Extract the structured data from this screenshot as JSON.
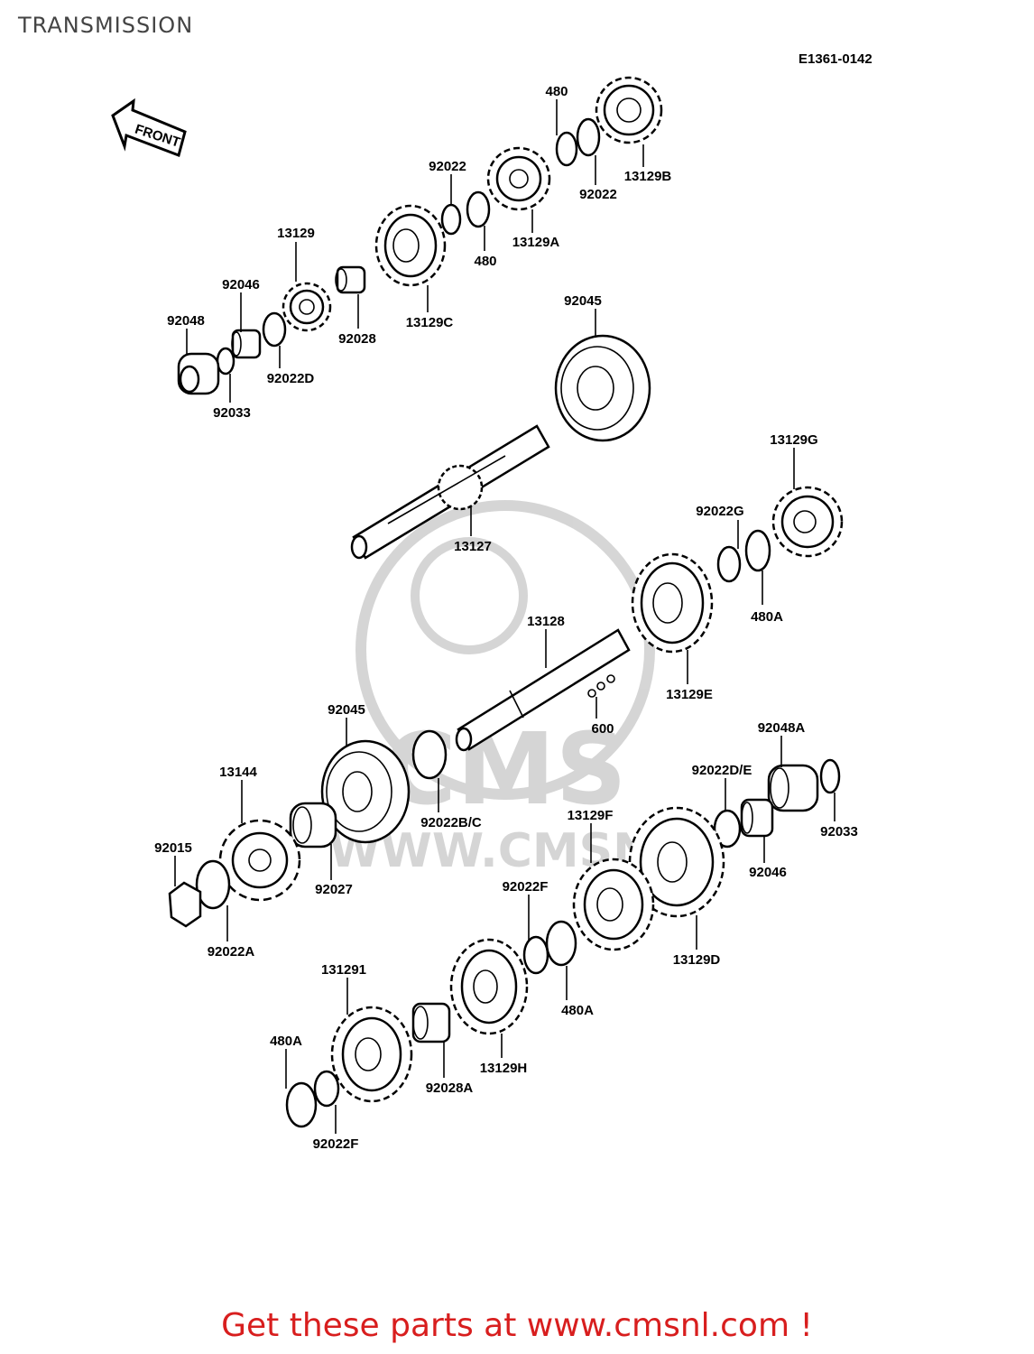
{
  "title": "TRANSMISSION",
  "diagram_code": "E1361-0142",
  "front_label": "FRONT",
  "watermark": {
    "brand": "CMS",
    "url": "WWW.CMSNL"
  },
  "footer": "Get these parts at www.cmsnl.com !",
  "labels": {
    "p480_top": "480",
    "p13129B": "13129B",
    "p92022_top": "92022",
    "p92022_right": "92022",
    "p480_mid": "480",
    "p13129A": "13129A",
    "p13129": "13129",
    "p92046_top": "92046",
    "p92048": "92048",
    "p92028": "92028",
    "p13129C": "13129C",
    "p92022D": "92022D",
    "p92033_top": "92033",
    "p92045_top": "92045",
    "p13127": "13127",
    "p13129G": "13129G",
    "p92022G": "92022G",
    "p480A_g": "480A",
    "p13128": "13128",
    "p13129E": "13129E",
    "p600": "600",
    "p92045_mid": "92045",
    "p92022BC": "92022B/C",
    "p92048A": "92048A",
    "p92022DE": "92022D/E",
    "p92033_right": "92033",
    "p13144": "13144",
    "p92015": "92015",
    "p92027": "92027",
    "p92022A": "92022A",
    "p13129F": "13129F",
    "p92046_bot": "92046",
    "p92022F_mid": "92022F",
    "p480A_mid": "480A",
    "p13129D": "13129D",
    "p13129I": "131291",
    "p13129H": "13129H",
    "p92028A": "92028A",
    "p480A_bot": "480A",
    "p92022F_bot": "92022F"
  }
}
